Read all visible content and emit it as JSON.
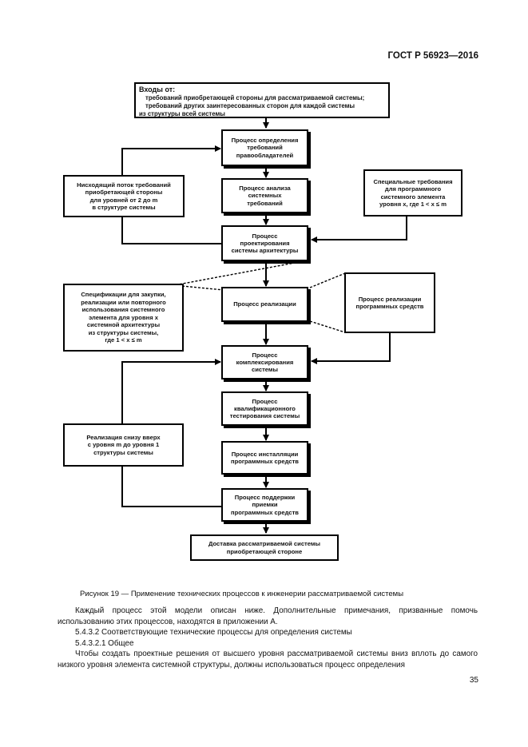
{
  "header": {
    "doc_code": "ГОСТ Р 56923—2016"
  },
  "diagram": {
    "inputs": {
      "title": "Входы от:",
      "line1": "требований приобретающей стороны для рассматриваемой системы;",
      "line2": "требований других заинтересованных сторон для каждой системы",
      "line3": "из структуры всей системы"
    },
    "processes": [
      {
        "lines": [
          "Процесс определения",
          "требований",
          "правообладателей"
        ]
      },
      {
        "lines": [
          "Процесс анализа",
          "системных",
          "требований"
        ]
      },
      {
        "lines": [
          "Процесс",
          "проектирования",
          "системы архитектуры"
        ]
      },
      {
        "lines": [
          "Процесс реализации"
        ]
      },
      {
        "lines": [
          "Процесс",
          "комплексирования",
          "системы"
        ]
      },
      {
        "lines": [
          "Процесс",
          "квалификационного",
          "тестирования системы"
        ]
      },
      {
        "lines": [
          "Процесс инсталляции",
          "программных средств"
        ]
      },
      {
        "lines": [
          "Процесс поддержки",
          "приемки",
          "программных средств"
        ]
      }
    ],
    "delivery": {
      "lines": [
        "Доставка рассматриваемой системы",
        "приобретающей стороне"
      ]
    },
    "left_top": {
      "lines": [
        "Нисходящий поток требований",
        "приобретающей стороны",
        "для уровней от 2 до m",
        "в структуре системы"
      ]
    },
    "left_mid": {
      "lines": [
        "Спецификации для закупки,",
        "реализации или повторного",
        "использования системного",
        "элемента для уровня x",
        "системной архитектуры",
        "из структуры системы,",
        "где 1 < x ≤ m"
      ]
    },
    "left_bottom": {
      "lines": [
        "Реализация снизу вверх",
        "с уровня m до уровня 1",
        "структуры системы"
      ]
    },
    "right_top": {
      "lines": [
        "Специальные требования",
        "для программного",
        "системного элемента",
        "уровня x, где 1 < x ≤ m"
      ]
    },
    "right_mid": {
      "lines": [
        "Процесс реализации",
        "программных средств"
      ]
    }
  },
  "caption": "Рисунок 19 — Применение технических процессов к инженерии рассматриваемой системы",
  "paragraphs": [
    "Каждый процесс этой модели описан ниже. Дополнительные примечания, призванные помочь использованию этих процессов, находятся в приложении А.",
    "5.4.3.2 Соответствующие технические процессы для определения системы",
    "5.4.3.2.1 Общее",
    "Чтобы создать проектные решения от высшего уровня рассматриваемой системы вниз вплоть до самого низкого уровня элемента системной структуры, должны использоваться процесс определения"
  ],
  "page_number": "35"
}
